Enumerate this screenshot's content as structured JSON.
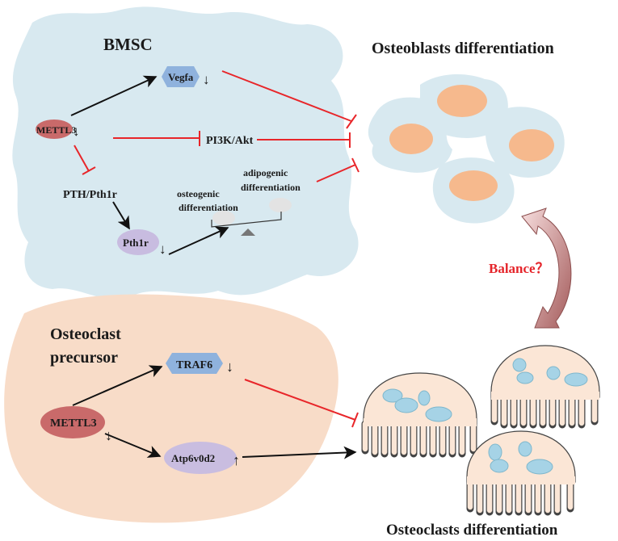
{
  "bmsc": {
    "title": "BMSC",
    "mettl3": "METTL3",
    "vegfa": "Vegfa",
    "pi3k": "PI3K/Akt",
    "pth_pth1r": "PTH/Pth1r",
    "pth1r": "Pth1r",
    "osteogenic_1": "osteogenic",
    "osteogenic_2": "differentiation",
    "adipogenic_1": "adipogenic",
    "adipogenic_2": "differentiation"
  },
  "osteoclast_precursor": {
    "title_1": "Osteoclast",
    "title_2": "precursor",
    "mettl3": "METTL3",
    "traf6": "TRAF6",
    "atp6v0d2": "Atp6v0d2"
  },
  "osteoblasts_label": "Osteoblasts differentiation",
  "osteoclasts_label": "Osteoclasts differentiation",
  "balance_label": "Balance？",
  "arrows": {
    "down": "↓",
    "up": "↑"
  },
  "colors": {
    "bmsc_fill": "#d8e9f0",
    "precursor_fill": "#f8dcc8",
    "inhibit_red": "#e8262a",
    "balance_red": "#e5252b",
    "nucleus_orange": "#f6b98d",
    "osteoclast_nucleus": "#a6d3e6",
    "osteoclast_body": "#fbe6d6",
    "mettl3_node": "#c96a6a",
    "vegfa_node": "#8fb2dd",
    "pth1r_node": "#c8bce0",
    "atp_node": "#c9bde0"
  }
}
